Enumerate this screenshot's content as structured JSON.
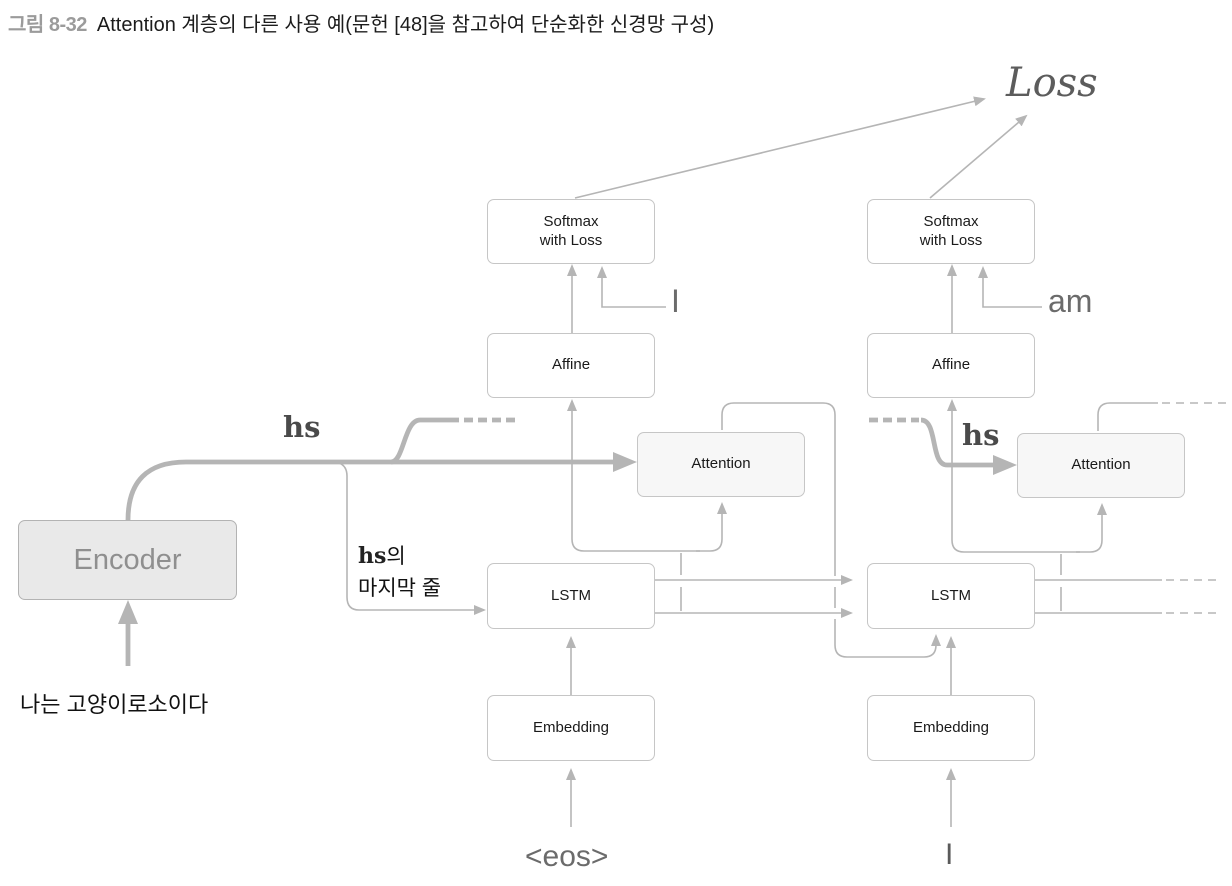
{
  "figure": {
    "label": "그림 8-32",
    "caption": "Attention 계층의 다른 사용 예(문헌 [48]을 참고하여 단순화한 신경망 구성)"
  },
  "boxes": {
    "encoder": "Encoder",
    "softmax_line1": "Softmax",
    "softmax_line2": "with Loss",
    "affine": "Affine",
    "attention": "Attention",
    "lstm": "LSTM",
    "embedding": "Embedding"
  },
  "labels": {
    "loss": "Loss",
    "target_word_step1": "I",
    "target_word_step2": "am",
    "hs_left": "hs",
    "hs_right": "hs",
    "hs_last_row_word": "hs",
    "hs_last_row_suffix": "의",
    "hs_last_row_line2": "마지막 줄",
    "encoder_input_sentence": "나는 고양이로소이다",
    "decoder_input_step1": "<eos>",
    "decoder_input_step2": "I"
  },
  "colors": {
    "line": "#b5b5b5",
    "box_border": "#c6c6c6",
    "attention_fill": "#f7f7f7",
    "encoder_fill": "#e9e9e9",
    "encoder_text": "#8f8f8f",
    "gray_label": "#6b6b6b",
    "loss_text": "#5c5c5c",
    "figure_label": "#9b9b9b"
  }
}
